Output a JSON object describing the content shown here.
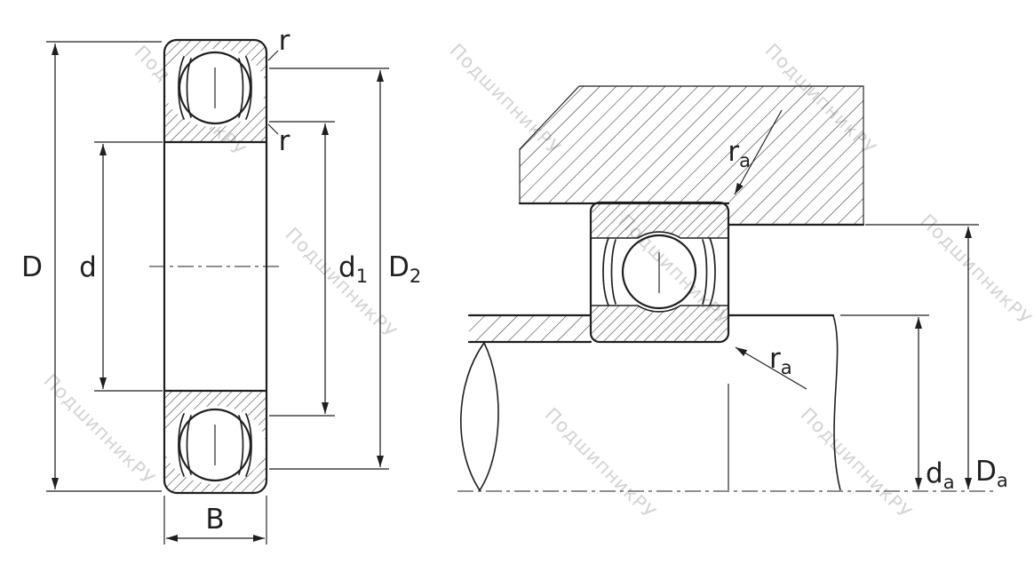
{
  "watermark": {
    "text": "ПодшипникРУ"
  },
  "front_view": {
    "dims": {
      "D": {
        "main": "D",
        "sub": ""
      },
      "d": {
        "main": "d",
        "sub": ""
      },
      "d1": {
        "main": "d",
        "sub": "1"
      },
      "D2": {
        "main": "D",
        "sub": "2"
      },
      "B": {
        "main": "B",
        "sub": ""
      },
      "r_top": {
        "main": "r",
        "sub": ""
      },
      "r_inner": {
        "main": "r",
        "sub": ""
      }
    }
  },
  "mounted_view": {
    "dims": {
      "ra_top": {
        "main": "r",
        "sub": "a"
      },
      "ra_bottom": {
        "main": "r",
        "sub": "a"
      },
      "da": {
        "main": "d",
        "sub": "a"
      },
      "Da": {
        "main": "D",
        "sub": "a"
      }
    }
  },
  "colors": {
    "line": "#1f1f1f",
    "watermark": "#c9c9c9",
    "background": "#ffffff"
  }
}
